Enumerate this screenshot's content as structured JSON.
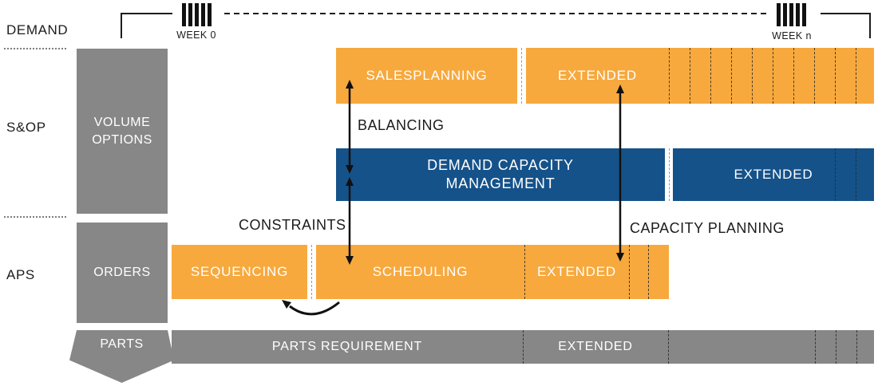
{
  "labels": {
    "demand": "DEMAND",
    "sop": "S&OP",
    "aps": "APS"
  },
  "timeline": {
    "week_start": "WEEK 0",
    "week_end": "WEEK n"
  },
  "columns": {
    "volume_options": "VOLUME OPTIONS",
    "orders": "ORDERS",
    "parts": "PARTS"
  },
  "sop_row": {
    "salesplanning": "SALESPLANNING",
    "extended": "EXTENDED"
  },
  "dcm_row": {
    "demand_capacity_management": "DEMAND CAPACITY MANAGEMENT",
    "extended": "EXTENDED"
  },
  "aps_row": {
    "sequencing": "SEQUENCING",
    "scheduling": "SCHEDULING",
    "extended": "EXTENDED"
  },
  "parts_row": {
    "parts_requirement": "PARTS REQUIREMENT",
    "extended": "EXTENDED"
  },
  "annotations": {
    "balancing": "BALANCING",
    "constraints": "CONSTRAINTS",
    "capacity_planning": "CAPACITY PLANNING"
  },
  "colors": {
    "orange": "#F7A93E",
    "blue": "#15528A",
    "gray": "#878787",
    "text_dark": "#1C1C1C",
    "bar_text": "#FFFFFF"
  }
}
